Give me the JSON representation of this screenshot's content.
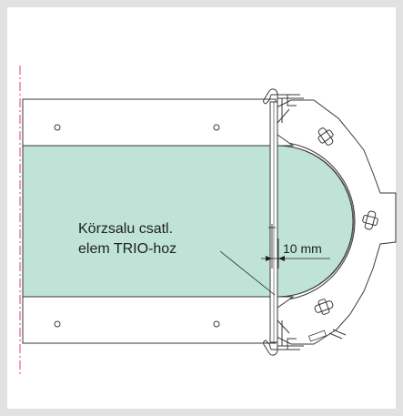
{
  "labels": {
    "callout_line1": "Körzsalu csatl.",
    "callout_line2": "elem TRIO-hoz",
    "dimension": "10 mm"
  },
  "colors": {
    "background": "#e2e2e2",
    "panel_fill": "#ffffff",
    "slab_fill": "#bfe3d6",
    "outline": "#3a3a3a",
    "axis_line": "#d24a5a"
  }
}
